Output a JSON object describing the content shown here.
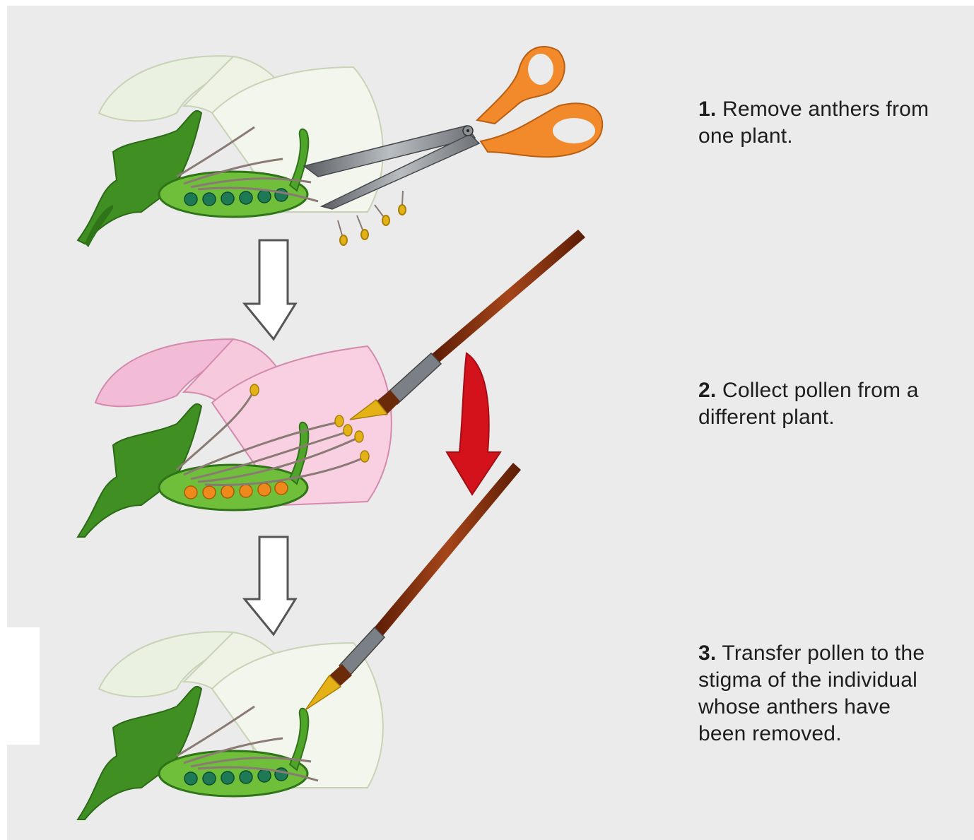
{
  "steps": [
    {
      "num": "1.",
      "text": "Remove anthers from one plant."
    },
    {
      "num": "2.",
      "text": "Collect pollen from a different plant."
    },
    {
      "num": "3.",
      "text": "Transfer pollen to the stigma of the individual whose anthers have been removed."
    }
  ],
  "colors": {
    "background": "#ebebeb",
    "petal_white": "#eef3e6",
    "petal_pink": "#f2bcd6",
    "sepal_green": "#3f8f22",
    "ovary_green": "#6fbf3a",
    "ovule_green": "#1e7a55",
    "ovule_orange": "#ee8a1c",
    "scissor_handle": "#f2892a",
    "brush_handle": "#7a3010",
    "red_arrow": "#d4121b"
  },
  "icons": [
    "scissors-icon",
    "paintbrush-icon",
    "down-arrow-icon",
    "curved-arrow-icon"
  ]
}
